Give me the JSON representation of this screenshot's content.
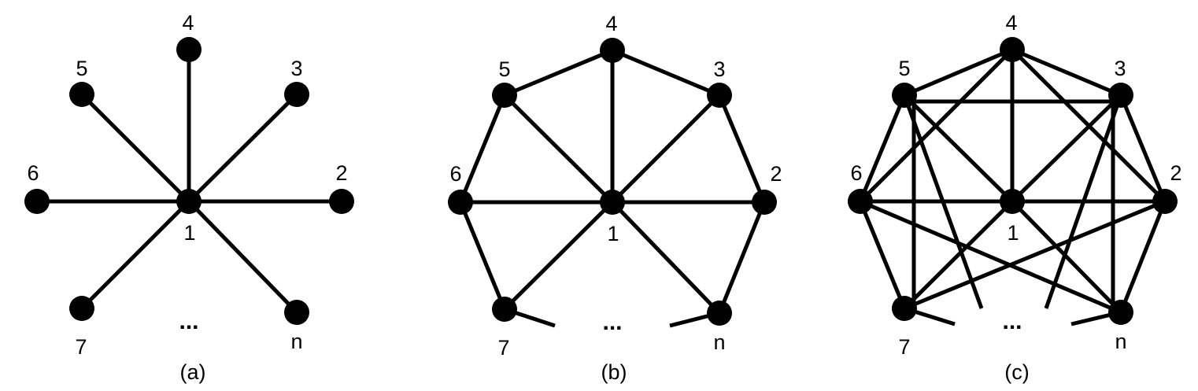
{
  "colors": {
    "ink": "#000000",
    "background": "#ffffff"
  },
  "node_labels": {
    "1": "1",
    "2": "2",
    "3": "3",
    "4": "4",
    "5": "5",
    "6": "6",
    "7": "7",
    "n": "n"
  },
  "ellipsis": "...",
  "panels": [
    {
      "id": "a",
      "caption": "(a)",
      "topology": "star: hub 1 joined to every outer node"
    },
    {
      "id": "b",
      "caption": "(b)",
      "topology": "wheel: star plus ring between neighbouring outer nodes"
    },
    {
      "id": "c",
      "caption": "(c)",
      "topology": "wheel plus chords between outer nodes two apart"
    }
  ]
}
